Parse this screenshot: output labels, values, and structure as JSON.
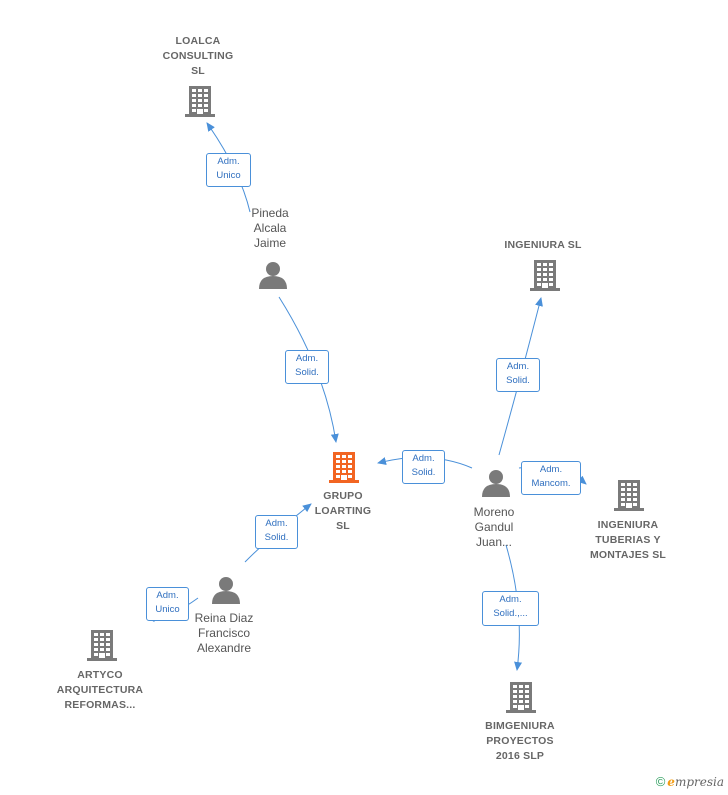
{
  "nodes": [
    {
      "id": "loalca",
      "kind": "company",
      "highlight": false,
      "label": [
        "LOALCA",
        "CONSULTING",
        "SL"
      ]
    },
    {
      "id": "pineda",
      "kind": "person",
      "label": [
        "Pineda",
        "Alcala",
        "Jaime"
      ]
    },
    {
      "id": "grupo",
      "kind": "company",
      "highlight": true,
      "label": [
        "GRUPO",
        "LOARTING",
        "SL"
      ]
    },
    {
      "id": "ingeniura",
      "kind": "company",
      "highlight": false,
      "label": [
        "INGENIURA  SL"
      ]
    },
    {
      "id": "moreno",
      "kind": "person",
      "label": [
        "Moreno",
        "Gandul",
        "Juan..."
      ]
    },
    {
      "id": "ingtub",
      "kind": "company",
      "highlight": false,
      "label": [
        "INGENIURA",
        "TUBERIAS Y",
        "MONTAJES  SL"
      ]
    },
    {
      "id": "reina",
      "kind": "person",
      "label": [
        "Reina Diaz",
        "Francisco",
        "Alexandre"
      ]
    },
    {
      "id": "artyco",
      "kind": "company",
      "highlight": false,
      "label": [
        "ARTYCO",
        "ARQUITECTURA",
        "REFORMAS..."
      ]
    },
    {
      "id": "bimgen",
      "kind": "company",
      "highlight": false,
      "label": [
        "BIMGENIURA",
        "PROYECTOS",
        "2016  SLP"
      ]
    }
  ],
  "edges": [
    {
      "id": "e1",
      "from": "pineda",
      "to": "loalca",
      "label": [
        "Adm.",
        "Unico"
      ]
    },
    {
      "id": "e2",
      "from": "pineda",
      "to": "grupo",
      "label": [
        "Adm.",
        "Solid."
      ]
    },
    {
      "id": "e3",
      "from": "moreno",
      "to": "grupo",
      "label": [
        "Adm.",
        "Solid."
      ]
    },
    {
      "id": "e4",
      "from": "moreno",
      "to": "ingeniura",
      "label": [
        "Adm.",
        "Solid."
      ]
    },
    {
      "id": "e5",
      "from": "moreno",
      "to": "ingtub",
      "label": [
        "Adm.",
        "Mancom."
      ]
    },
    {
      "id": "e6",
      "from": "moreno",
      "to": "bimgen",
      "label": [
        "Adm.",
        "Solid.,..."
      ]
    },
    {
      "id": "e7",
      "from": "reina",
      "to": "grupo",
      "label": [
        "Adm.",
        "Solid."
      ]
    },
    {
      "id": "e8",
      "from": "reina",
      "to": "artyco",
      "label": [
        "Adm.",
        "Unico"
      ]
    }
  ],
  "colors": {
    "company": "#7a7a7a",
    "highlight": "#f26522",
    "person": "#7a7a7a",
    "edge": "#4a90d9"
  },
  "footer": {
    "copyright": "©",
    "brand_initial": "e",
    "brand_rest": "mpresia"
  }
}
